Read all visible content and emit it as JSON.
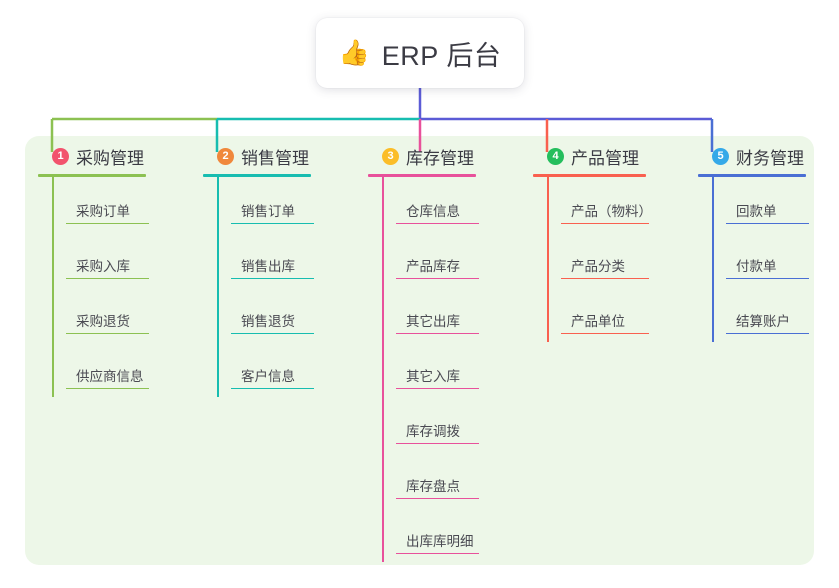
{
  "diagram": {
    "type": "mindmap",
    "root": {
      "icon": "thumbs-up-icon",
      "emoji": "👍",
      "title": "ERP 后台"
    },
    "panel_color": "#edf7e8",
    "root_connector_color": "#5b5bd6",
    "branches": [
      {
        "number": "1",
        "title": "采购管理",
        "badge_color": "#f2536d",
        "line_color": "#8cc152",
        "items": [
          {
            "label": "采购订单"
          },
          {
            "label": "采购入库"
          },
          {
            "label": "采购退货"
          },
          {
            "label": "供应商信息"
          }
        ]
      },
      {
        "number": "2",
        "title": "销售管理",
        "badge_color": "#f0883c",
        "line_color": "#17bdb0",
        "items": [
          {
            "label": "销售订单"
          },
          {
            "label": "销售出库"
          },
          {
            "label": "销售退货"
          },
          {
            "label": "客户信息"
          }
        ]
      },
      {
        "number": "3",
        "title": "库存管理",
        "badge_color": "#fbbd28",
        "line_color": "#e8519b",
        "items": [
          {
            "label": "仓库信息"
          },
          {
            "label": "产品库存"
          },
          {
            "label": "其它出库"
          },
          {
            "label": "其它入库"
          },
          {
            "label": "库存调拨"
          },
          {
            "label": "库存盘点"
          },
          {
            "label": "出库库明细"
          }
        ]
      },
      {
        "number": "4",
        "title": "产品管理",
        "badge_color": "#25be5d",
        "line_color": "#f9604f",
        "items": [
          {
            "label": "产品（物料）"
          },
          {
            "label": "产品分类"
          },
          {
            "label": "产品单位"
          }
        ]
      },
      {
        "number": "5",
        "title": "财务管理",
        "badge_color": "#35a9e8",
        "line_color": "#4a6fd4",
        "items": [
          {
            "label": "回款单"
          },
          {
            "label": "付款单"
          },
          {
            "label": "结算账户"
          }
        ]
      }
    ]
  }
}
